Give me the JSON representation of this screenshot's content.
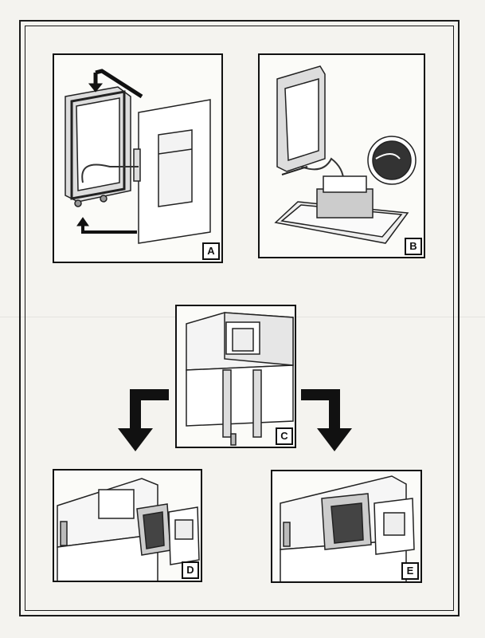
{
  "figures": [
    {
      "key": "A",
      "label": "A",
      "description_icon": "frame-mounting"
    },
    {
      "key": "B",
      "label": "B",
      "description_icon": "cable-connection"
    },
    {
      "key": "C",
      "label": "C",
      "description_icon": "cistern"
    },
    {
      "key": "D",
      "label": "D",
      "description_icon": "plate-installation-left"
    },
    {
      "key": "E",
      "label": "E",
      "description_icon": "plate-installation-right"
    }
  ]
}
